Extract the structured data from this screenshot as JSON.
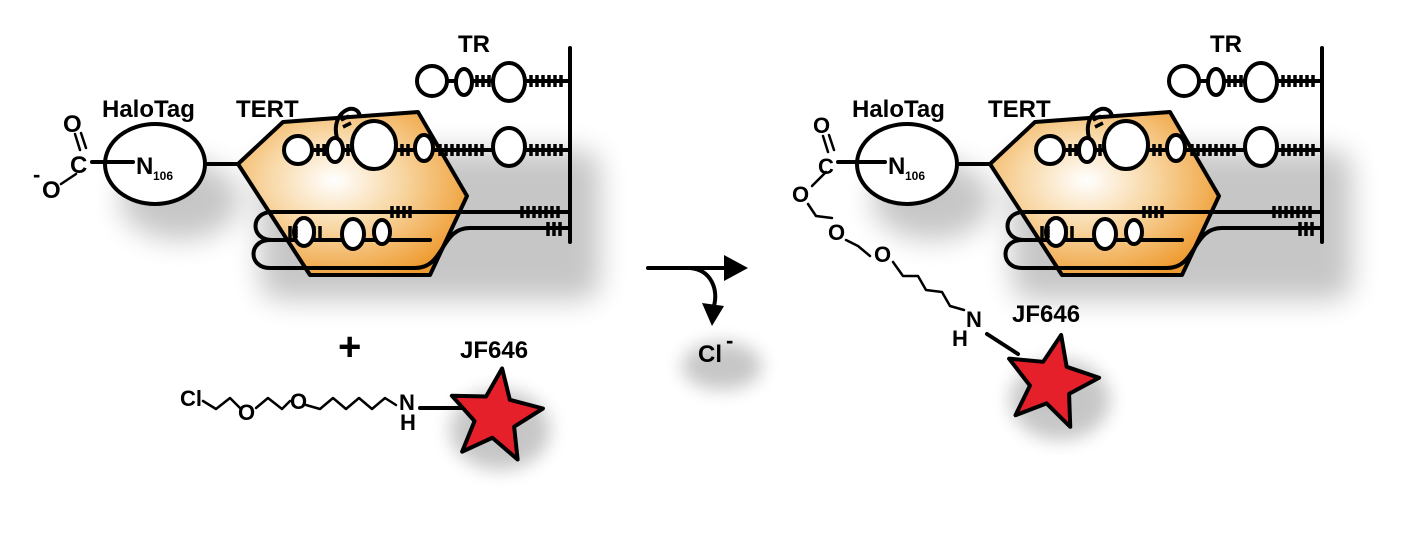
{
  "labels": {
    "halotag": "HaloTag",
    "tert": "TERT",
    "tr": "TR",
    "n": "N",
    "n_subscript": "106",
    "carbon": "C",
    "oxygen": "O",
    "charge_minus": "-",
    "plus": "+",
    "chlorine": "Cl",
    "nitrogen": "N",
    "hydrogen": "H",
    "dye": "JF646",
    "leaving_group": "Cl",
    "leaving_group_charge": "-"
  },
  "colors": {
    "tert_fill": "#f0a33c",
    "dye_fill": "#e5202a",
    "line": "#000000"
  }
}
